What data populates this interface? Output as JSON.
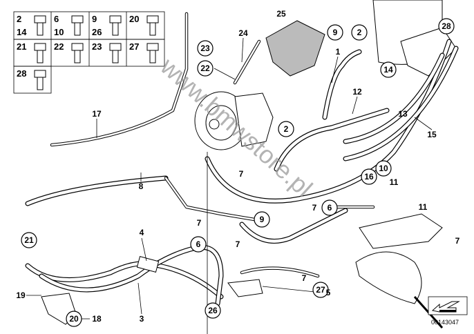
{
  "diagram": {
    "watermark": "www.bmwstore.pl",
    "diagram_id": "00143047",
    "legend_cells": [
      {
        "top": "2",
        "bottom": "14",
        "icon": "hose-clamp-icon"
      },
      {
        "top": "6",
        "bottom": "10",
        "icon": "banjo-bolt-icon"
      },
      {
        "top": "9",
        "bottom": "26",
        "icon": "hex-bolt-icon"
      },
      {
        "top": "20",
        "bottom": "",
        "icon": "hex-bolt-icon"
      },
      {
        "top": "21",
        "bottom": "",
        "icon": "flange-nut-icon"
      },
      {
        "top": "22",
        "bottom": "",
        "icon": "clip-nut-icon"
      },
      {
        "top": "23",
        "bottom": "",
        "icon": "spacer-bolt-icon"
      },
      {
        "top": "27",
        "bottom": "",
        "icon": "banjo-bolt-icon"
      },
      {
        "top": "28",
        "bottom": "",
        "icon": "torx-bolt-icon"
      }
    ],
    "callouts": {
      "c25": "25",
      "c9a": "9",
      "c2a": "2",
      "c28": "28",
      "c24": "24",
      "c23": "23",
      "c22": "22",
      "c1": "1",
      "c14": "14",
      "c12": "12",
      "c13": "13",
      "c17": "17",
      "c2b": "2",
      "c15": "15",
      "c7a": "7",
      "c16": "16",
      "c10": "10",
      "c11a": "11",
      "c8": "8",
      "c7b": "7",
      "c6a": "6",
      "c11b": "11",
      "c9b": "9",
      "c7c": "7",
      "c4": "4",
      "c6b": "6",
      "c7d": "7",
      "c21": "21",
      "c7e": "7",
      "c7f": "7",
      "c27": "27",
      "c5": "5",
      "c19": "19",
      "c26": "26",
      "c3": "3",
      "c20": "20",
      "c18": "18"
    },
    "colors": {
      "line": "#000000",
      "watermark": "#9a9a9a",
      "part_shade": "#bbbbbb"
    }
  }
}
